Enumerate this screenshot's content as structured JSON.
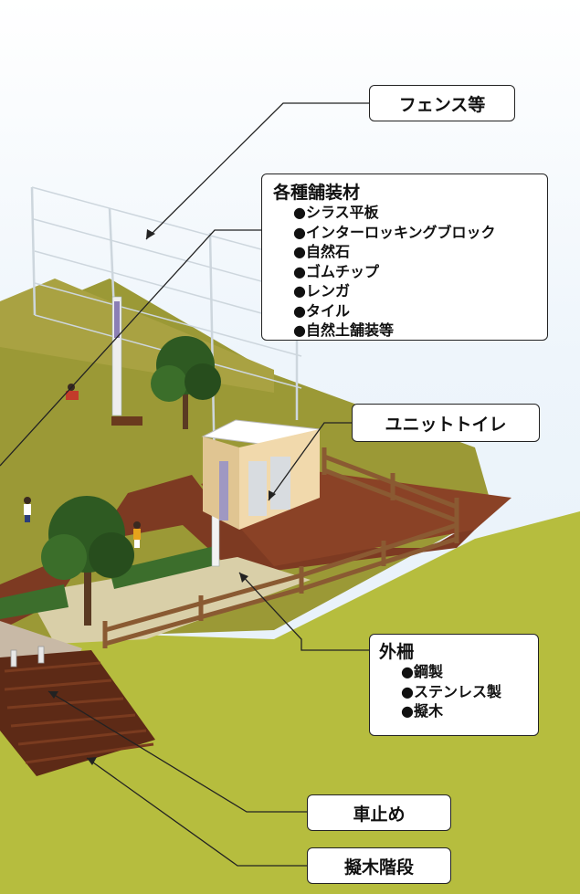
{
  "labels": {
    "fence": "フェンス等",
    "paving": {
      "title": "各種舗装材",
      "items": [
        "●シラス平板",
        "●インターロッキングブロック",
        "●自然石",
        "●ゴムチップ",
        "●レンガ",
        "●タイル",
        "●自然土舗装等"
      ]
    },
    "toilet": "ユニットトイレ",
    "outer_fence": {
      "title": "外柵",
      "items": [
        "●鋼製",
        "●ステンレス製",
        "●擬木"
      ]
    },
    "bollard": "車止め",
    "stairs": "擬木階段"
  },
  "colors": {
    "lawn": "#9a9a36",
    "outer_grass": "#b6bd3e",
    "brick_path": "#7d3a22",
    "stone_path": "#d9cfa8",
    "fence_wood": "#8a5a32",
    "stairs": "#5d2a16",
    "tree_green": "#2e5a22",
    "hedge": "#3c6e2c",
    "toilet_wall": "#f1d9ac",
    "net_line": "#c8d2da"
  }
}
